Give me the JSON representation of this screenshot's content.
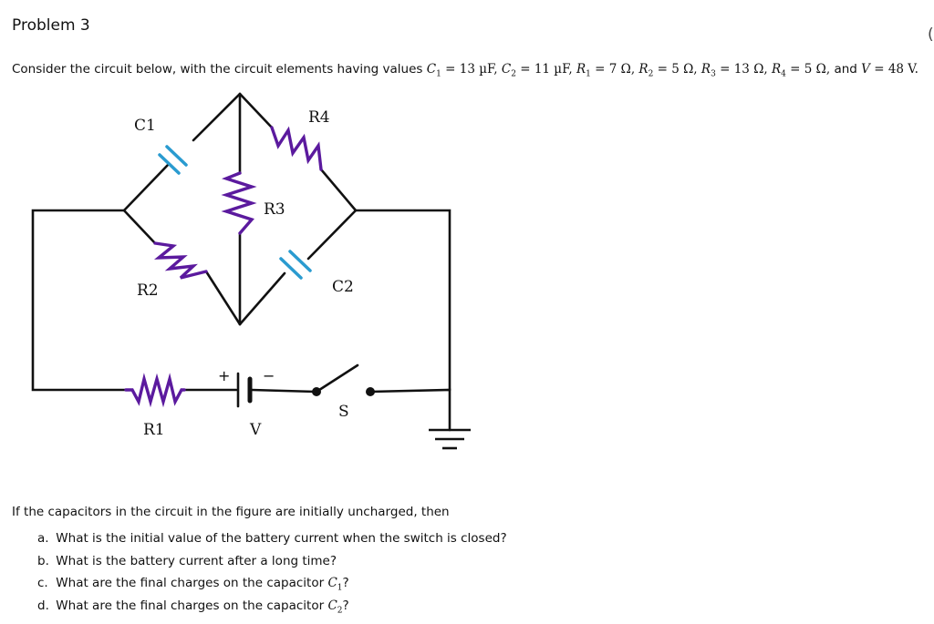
{
  "problem_title": "Problem 3",
  "edge_glyph": "(",
  "intro": {
    "lead": "Consider the circuit below, with the circuit elements having values",
    "values": [
      {
        "sym": "C",
        "sub": "1",
        "val": "13 µF,"
      },
      {
        "sym": "C",
        "sub": "2",
        "val": "11 µF,"
      },
      {
        "sym": "R",
        "sub": "1",
        "val": "7 Ω,"
      },
      {
        "sym": "R",
        "sub": "2",
        "val": "5 Ω,"
      },
      {
        "sym": "R",
        "sub": "3",
        "val": "13 Ω,"
      },
      {
        "sym": "R",
        "sub": "4",
        "val": "5 Ω,"
      }
    ],
    "and_word": "and",
    "final": {
      "sym": "V",
      "sub": "",
      "val": "48 V."
    }
  },
  "circuit_labels": {
    "c1": "C1",
    "r4": "R4",
    "r3": "R3",
    "r2": "R2",
    "c2": "C2",
    "r1": "R1",
    "v": "V",
    "s": "S",
    "plus": "+",
    "minus": "−"
  },
  "colors": {
    "wire": "#111111",
    "resistor": "#5b1a9e",
    "capacitor": "#2a9bd0"
  },
  "question_lead": "If the capacitors in the circuit in the figure are initially uncharged, then",
  "parts": [
    {
      "letter": "a.",
      "text": "What is the initial value of the battery current when the switch is closed?"
    },
    {
      "letter": "b.",
      "text": "What is the battery current after a long time?"
    },
    {
      "letter": "c.",
      "text": "What are the final charges on the capacitor",
      "sym": "C",
      "sub": "1",
      "tail": "?"
    },
    {
      "letter": "d.",
      "text": "What are the final charges on the capacitor",
      "sym": "C",
      "sub": "2",
      "tail": "?"
    }
  ]
}
